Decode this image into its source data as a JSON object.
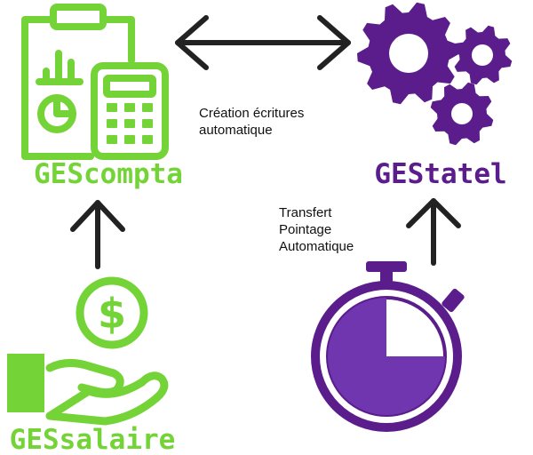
{
  "colors": {
    "green": "#74d437",
    "purple": "#5b1d8c",
    "purple_fill": "#6f36b0",
    "arrow": "#222222",
    "text": "#111111",
    "background": "#ffffff"
  },
  "nodes": {
    "gescompta": {
      "label": "GEScompta",
      "icon": "clipboard-calculator-icon"
    },
    "gestatel": {
      "label": "GEStatel",
      "icon": "gears-icon"
    },
    "gessalaire": {
      "label": "GESsalaire",
      "icon": "hand-dollar-coin-icon"
    },
    "stopwatch": {
      "icon": "stopwatch-icon"
    }
  },
  "connectors": {
    "compta_statel": {
      "direction": "bidirectional",
      "label_lines": [
        "Création écritures",
        "automatique"
      ]
    },
    "salaire_compta": {
      "direction": "up"
    },
    "stopwatch_statel": {
      "direction": "up",
      "label_lines": [
        "Transfert",
        "Pointage",
        "Automatique"
      ]
    }
  }
}
